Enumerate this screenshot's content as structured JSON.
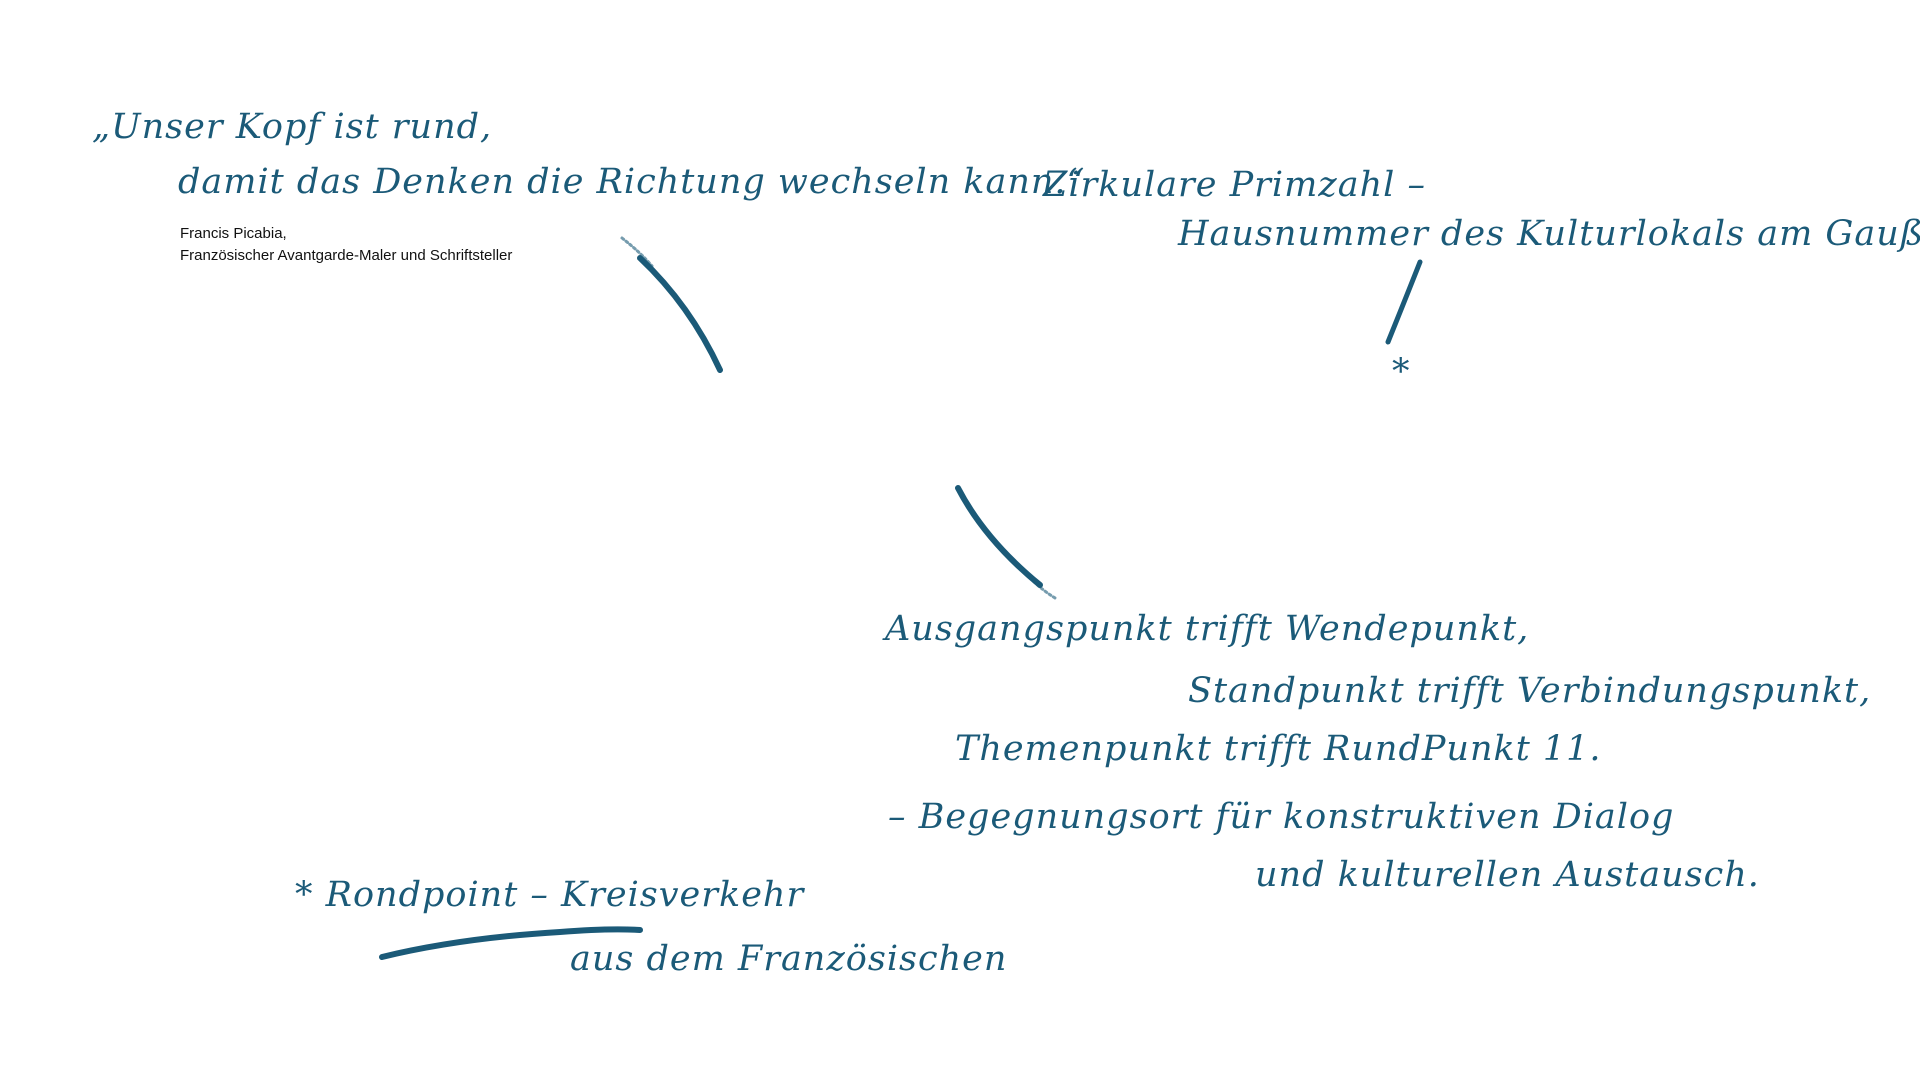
{
  "quote": {
    "line1": "„Unser Kopf ist rund,",
    "line2": "damit das Denken die Richtung wechseln kann.“",
    "author_name": "Francis Picabia,",
    "author_role": "Französischer Avantgarde-Maler und Schriftsteller"
  },
  "prime_note": {
    "line1": "Zirkulare Primzahl –",
    "line2": "Hausnummer des Kulturlokals am Gaußplatz",
    "asterisk": "*"
  },
  "main_text": {
    "line1": "Ausgangspunkt trifft Wendepunkt,",
    "line2": "Standpunkt trifft Verbindungspunkt,",
    "line3": "Themenpunkt trifft RundPunkt 11.",
    "line4": "– Begegnungsort für konstruktiven Dialog",
    "line5": "und kulturellen Austausch."
  },
  "footnote": {
    "line1": "* Rondpoint – Kreisverkehr",
    "line2": "aus dem Französischen"
  },
  "colors": {
    "ink": "#1b5a78",
    "caption": "#111111",
    "background": "#ffffff"
  }
}
